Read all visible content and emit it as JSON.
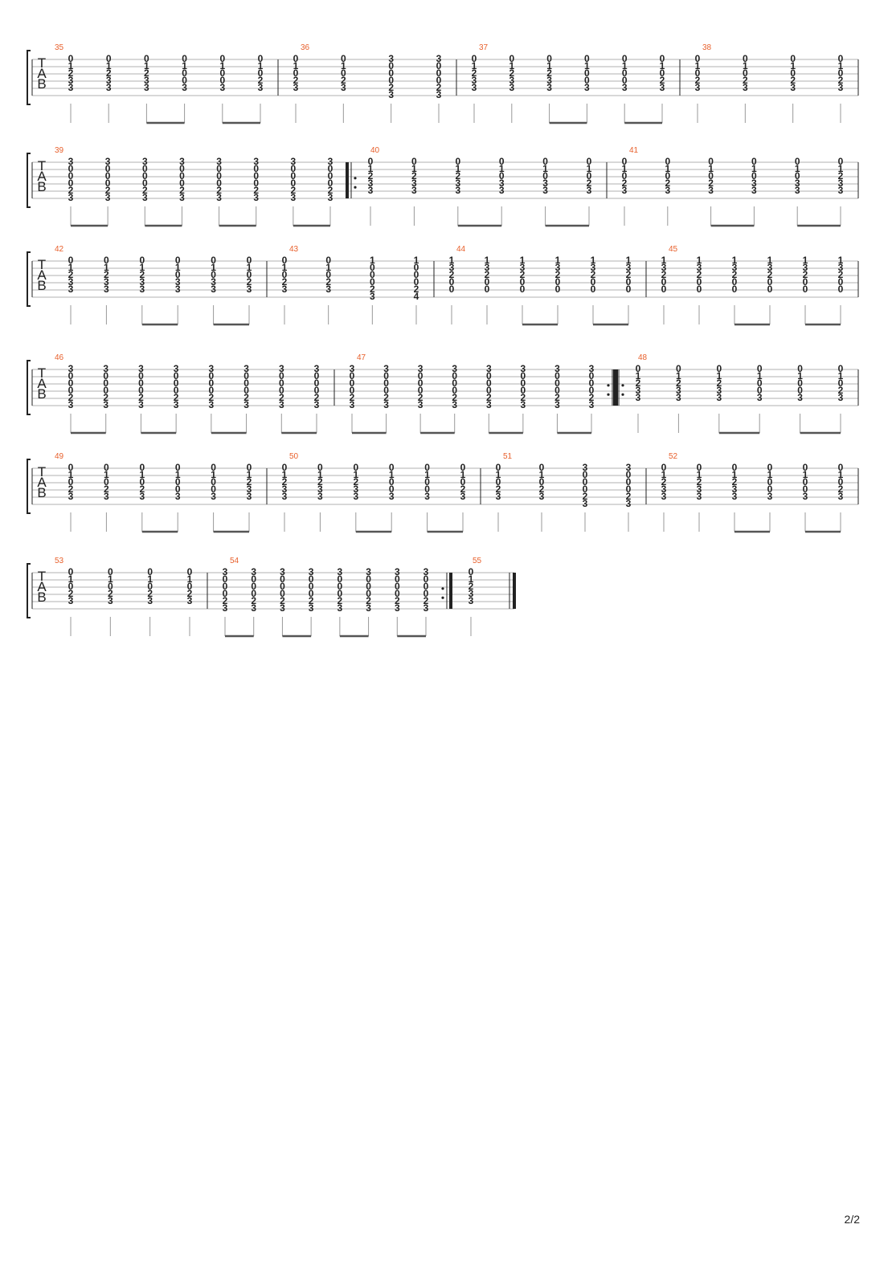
{
  "page_number": "2/2",
  "clef": [
    "T",
    "A",
    "B"
  ],
  "colors": {
    "measure_number": "#e8602c",
    "ink": "#222222",
    "staff_line": "#999999"
  },
  "systems": [
    {
      "measures": [
        {
          "number": "35",
          "beams": [
            [
              2,
              3
            ],
            [
              4,
              5
            ]
          ],
          "chords": [
            [
              0,
              1,
              2,
              3,
              3
            ],
            [
              0,
              1,
              2,
              3,
              3
            ],
            [
              0,
              1,
              2,
              3,
              3
            ],
            [
              0,
              1,
              0,
              0,
              3
            ],
            [
              0,
              1,
              0,
              0,
              3
            ],
            [
              0,
              1,
              0,
              2,
              3
            ]
          ]
        },
        {
          "number": "36",
          "beams": [],
          "chords": [
            [
              0,
              1,
              0,
              2,
              3
            ],
            [
              0,
              1,
              0,
              2,
              3
            ],
            [
              3,
              0,
              0,
              0,
              2,
              3
            ],
            [
              3,
              0,
              0,
              0,
              2,
              3
            ]
          ]
        },
        {
          "number": "37",
          "beams": [
            [
              2,
              3
            ],
            [
              4,
              5
            ]
          ],
          "chords": [
            [
              0,
              1,
              2,
              3,
              3
            ],
            [
              0,
              1,
              2,
              3,
              3
            ],
            [
              0,
              1,
              2,
              3,
              3
            ],
            [
              0,
              1,
              0,
              0,
              3
            ],
            [
              0,
              1,
              0,
              0,
              3
            ],
            [
              0,
              1,
              0,
              2,
              3
            ]
          ]
        },
        {
          "number": "38",
          "beams": [],
          "chords": [
            [
              0,
              1,
              0,
              2,
              3
            ],
            [
              0,
              1,
              0,
              2,
              3
            ],
            [
              0,
              1,
              0,
              2,
              3
            ],
            [
              0,
              1,
              0,
              2,
              3
            ]
          ]
        }
      ]
    },
    {
      "measures": [
        {
          "number": "39",
          "beams": [
            [
              0,
              1
            ],
            [
              2,
              3
            ],
            [
              4,
              5
            ],
            [
              6,
              7
            ]
          ],
          "chords": [
            [
              3,
              0,
              0,
              0,
              2,
              3
            ],
            [
              3,
              0,
              0,
              0,
              2,
              3
            ],
            [
              3,
              0,
              0,
              0,
              2,
              3
            ],
            [
              3,
              0,
              0,
              0,
              2,
              3
            ],
            [
              3,
              0,
              0,
              0,
              2,
              3
            ],
            [
              3,
              0,
              0,
              0,
              2,
              3
            ],
            [
              3,
              0,
              0,
              0,
              2,
              3
            ],
            [
              3,
              0,
              0,
              0,
              2,
              3
            ]
          ]
        },
        {
          "number": "40",
          "repeat_start": true,
          "beams": [
            [
              2,
              3
            ],
            [
              4,
              5
            ]
          ],
          "chords": [
            [
              0,
              1,
              2,
              3,
              3
            ],
            [
              0,
              1,
              2,
              3,
              3
            ],
            [
              0,
              1,
              2,
              3,
              3
            ],
            [
              0,
              1,
              0,
              3,
              3
            ],
            [
              0,
              1,
              0,
              3,
              3
            ],
            [
              0,
              1,
              0,
              2,
              3
            ]
          ]
        },
        {
          "number": "41",
          "beams": [
            [
              2,
              3
            ],
            [
              4,
              5
            ]
          ],
          "chords": [
            [
              0,
              1,
              0,
              2,
              3
            ],
            [
              0,
              1,
              0,
              2,
              3
            ],
            [
              0,
              1,
              0,
              2,
              3
            ],
            [
              0,
              1,
              0,
              3,
              3
            ],
            [
              0,
              1,
              0,
              3,
              3
            ],
            [
              0,
              1,
              2,
              3,
              3
            ]
          ]
        }
      ]
    },
    {
      "measures": [
        {
          "number": "42",
          "beams": [
            [
              2,
              3
            ],
            [
              4,
              5
            ]
          ],
          "chords": [
            [
              0,
              1,
              2,
              3,
              3
            ],
            [
              0,
              1,
              2,
              3,
              3
            ],
            [
              0,
              1,
              2,
              3,
              3
            ],
            [
              0,
              1,
              0,
              3,
              3
            ],
            [
              0,
              1,
              0,
              3,
              3
            ],
            [
              0,
              1,
              0,
              2,
              3
            ]
          ]
        },
        {
          "number": "43",
          "beams": [],
          "chords": [
            [
              0,
              1,
              0,
              2,
              3
            ],
            [
              0,
              1,
              0,
              2,
              3
            ],
            [
              1,
              0,
              0,
              0,
              2,
              3
            ],
            [
              1,
              0,
              0,
              0,
              2,
              4
            ]
          ]
        },
        {
          "number": "44",
          "beams": [
            [
              2,
              3
            ],
            [
              4,
              5
            ]
          ],
          "chords": [
            [
              1,
              3,
              2,
              0,
              0
            ],
            [
              1,
              3,
              2,
              0,
              0
            ],
            [
              1,
              3,
              2,
              0,
              0
            ],
            [
              1,
              3,
              2,
              0,
              0
            ],
            [
              1,
              3,
              2,
              0,
              0
            ],
            [
              1,
              3,
              2,
              0,
              0
            ]
          ]
        },
        {
          "number": "45",
          "beams": [
            [
              2,
              3
            ],
            [
              4,
              5
            ]
          ],
          "chords": [
            [
              1,
              3,
              2,
              0,
              0
            ],
            [
              1,
              3,
              2,
              0,
              0
            ],
            [
              1,
              3,
              2,
              0,
              0
            ],
            [
              1,
              3,
              2,
              0,
              0
            ],
            [
              1,
              3,
              2,
              0,
              0
            ],
            [
              1,
              3,
              2,
              0,
              0
            ]
          ]
        }
      ]
    },
    {
      "measures": [
        {
          "number": "46",
          "beams": [
            [
              0,
              1
            ],
            [
              2,
              3
            ],
            [
              4,
              5
            ],
            [
              6,
              7
            ]
          ],
          "chords": [
            [
              3,
              0,
              0,
              0,
              2,
              3
            ],
            [
              3,
              0,
              0,
              0,
              2,
              3
            ],
            [
              3,
              0,
              0,
              0,
              2,
              3
            ],
            [
              3,
              0,
              0,
              0,
              2,
              3
            ],
            [
              3,
              0,
              0,
              0,
              2,
              3
            ],
            [
              3,
              0,
              0,
              0,
              2,
              3
            ],
            [
              3,
              0,
              0,
              0,
              2,
              3
            ],
            [
              3,
              0,
              0,
              0,
              2,
              3
            ]
          ]
        },
        {
          "number": "47",
          "beams": [
            [
              0,
              1
            ],
            [
              2,
              3
            ],
            [
              4,
              5
            ],
            [
              6,
              7
            ]
          ],
          "repeat_end": true,
          "chords": [
            [
              3,
              0,
              0,
              0,
              2,
              3
            ],
            [
              3,
              0,
              0,
              0,
              2,
              3
            ],
            [
              3,
              0,
              0,
              0,
              2,
              3
            ],
            [
              3,
              0,
              0,
              0,
              2,
              3
            ],
            [
              3,
              0,
              0,
              0,
              2,
              3
            ],
            [
              3,
              0,
              0,
              0,
              2,
              3
            ],
            [
              3,
              0,
              0,
              0,
              2,
              3
            ],
            [
              3,
              0,
              0,
              0,
              2,
              3
            ]
          ]
        },
        {
          "number": "48",
          "repeat_start": true,
          "beams": [
            [
              2,
              3
            ],
            [
              4,
              5
            ]
          ],
          "chords": [
            [
              0,
              1,
              2,
              3,
              3
            ],
            [
              0,
              1,
              2,
              3,
              3
            ],
            [
              0,
              1,
              2,
              3,
              3
            ],
            [
              0,
              1,
              0,
              0,
              3
            ],
            [
              0,
              1,
              0,
              0,
              3
            ],
            [
              0,
              1,
              0,
              2,
              3
            ]
          ]
        }
      ]
    },
    {
      "measures": [
        {
          "number": "49",
          "beams": [
            [
              2,
              3
            ],
            [
              4,
              5
            ]
          ],
          "chords": [
            [
              0,
              1,
              0,
              2,
              3
            ],
            [
              0,
              1,
              0,
              2,
              3
            ],
            [
              0,
              1,
              0,
              2,
              3
            ],
            [
              0,
              1,
              0,
              0,
              3
            ],
            [
              0,
              1,
              0,
              0,
              3
            ],
            [
              0,
              1,
              2,
              3,
              3
            ]
          ]
        },
        {
          "number": "50",
          "beams": [
            [
              2,
              3
            ],
            [
              4,
              5
            ]
          ],
          "chords": [
            [
              0,
              1,
              2,
              3,
              3
            ],
            [
              0,
              1,
              2,
              3,
              3
            ],
            [
              0,
              1,
              2,
              3,
              3
            ],
            [
              0,
              1,
              0,
              0,
              3
            ],
            [
              0,
              1,
              0,
              0,
              3
            ],
            [
              0,
              1,
              0,
              2,
              3
            ]
          ]
        },
        {
          "number": "51",
          "beams": [],
          "chords": [
            [
              0,
              1,
              0,
              2,
              3
            ],
            [
              0,
              1,
              0,
              2,
              3
            ],
            [
              3,
              0,
              0,
              0,
              2,
              3
            ],
            [
              3,
              0,
              0,
              0,
              2,
              3
            ]
          ]
        },
        {
          "number": "52",
          "beams": [
            [
              2,
              3
            ],
            [
              4,
              5
            ]
          ],
          "chords": [
            [
              0,
              1,
              2,
              3,
              3
            ],
            [
              0,
              1,
              2,
              3,
              3
            ],
            [
              0,
              1,
              2,
              3,
              3
            ],
            [
              0,
              1,
              0,
              0,
              3
            ],
            [
              0,
              1,
              0,
              0,
              3
            ],
            [
              0,
              1,
              0,
              2,
              3
            ]
          ]
        }
      ]
    },
    {
      "measures": [
        {
          "number": "53",
          "beams": [],
          "chords": [
            [
              0,
              1,
              0,
              2,
              3
            ],
            [
              0,
              1,
              0,
              2,
              3
            ],
            [
              0,
              1,
              0,
              2,
              3
            ],
            [
              0,
              1,
              0,
              2,
              3
            ]
          ]
        },
        {
          "number": "54",
          "beams": [
            [
              0,
              1
            ],
            [
              2,
              3
            ],
            [
              4,
              5
            ],
            [
              6,
              7
            ]
          ],
          "repeat_end": true,
          "chords": [
            [
              3,
              0,
              0,
              0,
              2,
              3
            ],
            [
              3,
              0,
              0,
              0,
              2,
              3
            ],
            [
              3,
              0,
              0,
              0,
              2,
              3
            ],
            [
              3,
              0,
              0,
              0,
              2,
              3
            ],
            [
              3,
              0,
              0,
              0,
              2,
              3
            ],
            [
              3,
              0,
              0,
              0,
              2,
              3
            ],
            [
              3,
              0,
              0,
              0,
              2,
              3
            ],
            [
              3,
              0,
              0,
              0,
              2,
              3
            ]
          ]
        },
        {
          "number": "55",
          "final": true,
          "beams": [],
          "chords": [
            [
              0,
              1,
              2,
              3,
              3
            ]
          ]
        }
      ]
    }
  ]
}
